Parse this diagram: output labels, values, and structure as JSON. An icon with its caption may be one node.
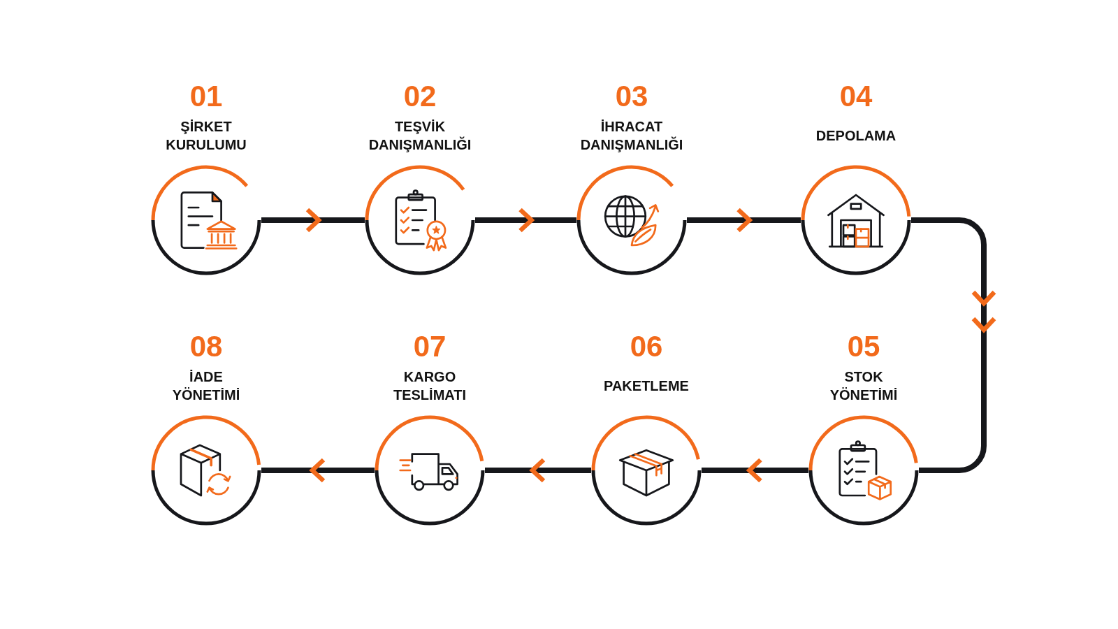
{
  "diagram": {
    "nodes": [
      {
        "text": [
          "01",
          "ŞİRKET KURULUMU"
        ]
      },
      {
        "text": [
          "02",
          "TEŞVİK DANIŞMANLIĞI"
        ]
      },
      {
        "text": [
          "03",
          "İHRACAT DANIŞMANLIĞI"
        ]
      },
      {
        "text": [
          "04",
          "DEPOLAMA"
        ]
      },
      {
        "text": [
          "05",
          "STOK YÖNETİMİ"
        ]
      },
      {
        "text": [
          "06",
          "PAKETLEME"
        ]
      },
      {
        "text": [
          "07",
          "KARGO TESLİMATI"
        ]
      },
      {
        "text": [
          "08",
          "İADE YÖNETİMİ"
        ]
      }
    ],
    "edges": [
      {
        "from": 0,
        "to": 1,
        "arrow": "to"
      },
      {
        "from": 1,
        "to": 2,
        "arrow": "to"
      },
      {
        "from": 2,
        "to": 3,
        "arrow": "to"
      },
      {
        "from": 3,
        "to": 4,
        "arrow": "to"
      },
      {
        "from": 4,
        "to": 5,
        "arrow": "to"
      },
      {
        "from": 5,
        "to": 6,
        "arrow": "to"
      },
      {
        "from": 6,
        "to": 7,
        "arrow": "to"
      }
    ]
  }
}
